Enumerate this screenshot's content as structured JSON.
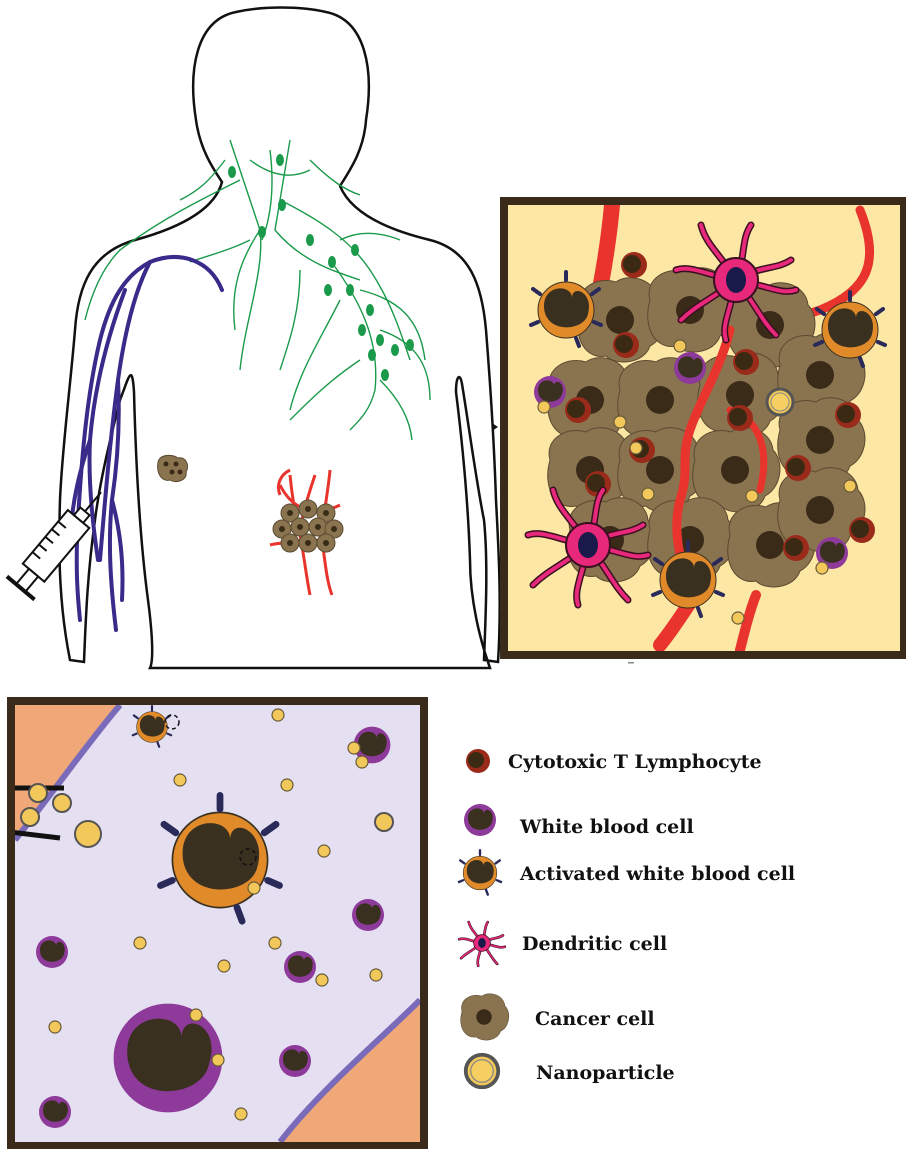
{
  "legend": {
    "items": [
      {
        "id": "ctl",
        "label": "Cytotoxic T Lymphocyte",
        "icon": "cytotoxic-t-lymphocyte-icon"
      },
      {
        "id": "wbc",
        "label": "White blood cell",
        "icon": "white-blood-cell-icon"
      },
      {
        "id": "awbc",
        "label": "Activated white blood cell",
        "icon": "activated-white-blood-cell-icon"
      },
      {
        "id": "dc",
        "label": "Dendritic cell",
        "icon": "dendritic-cell-icon"
      },
      {
        "id": "cancer",
        "label": "Cancer cell",
        "icon": "cancer-cell-icon"
      },
      {
        "id": "np",
        "label": "Nanoparticle",
        "icon": "nanoparticle-icon"
      }
    ]
  },
  "colors": {
    "lymph": "#1a9a4a",
    "vein": "#3a2a8a",
    "vessel": "#e8342c",
    "tumor_panel_bg": "#fde7a5",
    "blood_panel_bg": "#e4e0f2",
    "tissue": "#f0a878",
    "frame": "#3a2a1a",
    "cancer": "#8a7450",
    "nucleus": "#3a3020",
    "ctl": "#9a2a1a",
    "wbc": "#8e3a9a",
    "activated": "#e08a2a",
    "dendritic": "#e8287a",
    "nanoparticle": "#f2c85a"
  }
}
